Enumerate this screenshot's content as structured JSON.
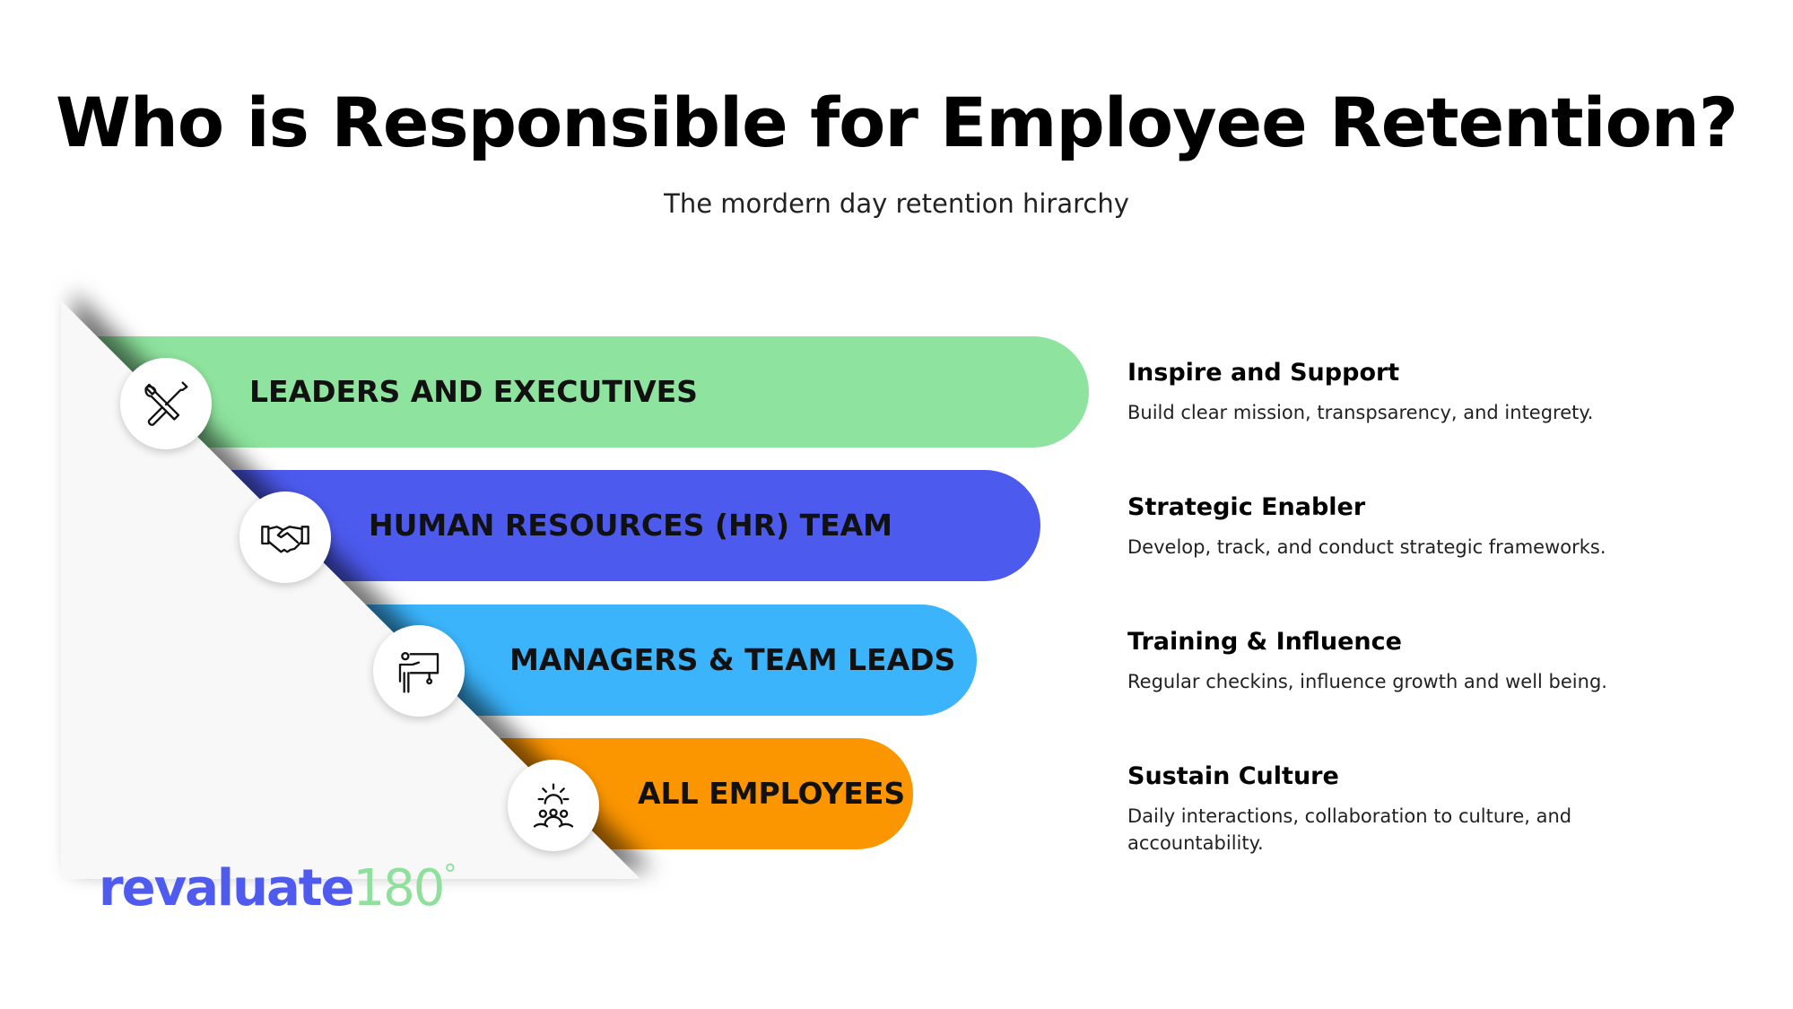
{
  "title": "Who is Responsible for Employee Retention?",
  "subtitle": "The mordern day retention hirarchy",
  "tiers": [
    {
      "label": "LEADERS AND EXECUTIVES",
      "icon": "tools-icon",
      "color": "#8ee39e",
      "heading": "Inspire and Support",
      "description": "Build clear mission, transpsarency, and integrety."
    },
    {
      "label": "HUMAN RESOURCES (HR) TEAM",
      "icon": "handshake-icon",
      "color": "#4d5aee",
      "heading": "Strategic Enabler",
      "description": "Develop, track, and conduct strategic frameworks."
    },
    {
      "label": "MANAGERS & TEAM LEADS",
      "icon": "presenter-icon",
      "color": "#3bb4fb",
      "heading": "Training & Influence",
      "description": "Regular checkins, influence growth and well being."
    },
    {
      "label": "ALL EMPLOYEES",
      "icon": "team-gear-icon",
      "color": "#fb9500",
      "heading": "Sustain Culture",
      "description": "Daily interactions, collaboration to culture, and accountability."
    }
  ],
  "logo": {
    "word": "revaluate",
    "number": "180",
    "degree": "°"
  }
}
